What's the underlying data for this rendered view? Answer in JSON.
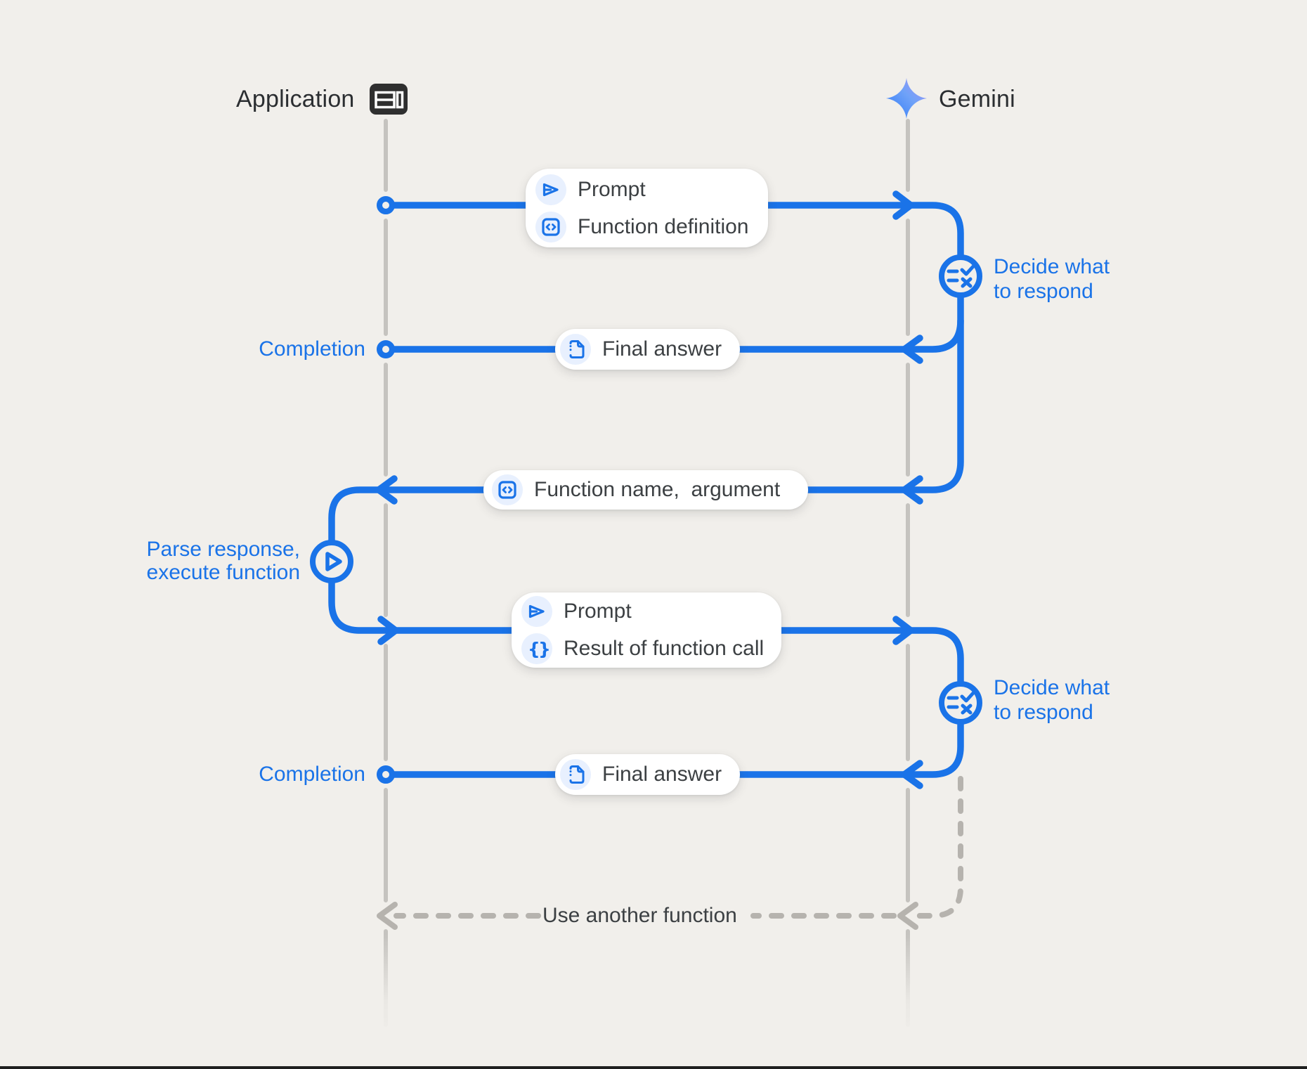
{
  "header": {
    "application": {
      "label": "Application",
      "icon": "app-window-icon"
    },
    "gemini": {
      "label": "Gemini",
      "icon": "gemini-star-icon"
    }
  },
  "pills": {
    "prompt_function_definition": {
      "rows": [
        {
          "icon": "send-icon",
          "label": "Prompt"
        },
        {
          "icon": "code-box-icon",
          "label": "Function definition"
        }
      ]
    },
    "final_answer_1": {
      "rows": [
        {
          "icon": "document-icon",
          "label": "Final answer"
        }
      ]
    },
    "function_name_argument": {
      "rows": [
        {
          "icon": "code-box-icon",
          "label": "Function name,  argument"
        }
      ]
    },
    "prompt_result_of_function_call": {
      "rows": [
        {
          "icon": "send-icon",
          "label": "Prompt"
        },
        {
          "icon": "braces-icon",
          "label": "Result of function call"
        }
      ]
    },
    "final_answer_2": {
      "rows": [
        {
          "icon": "document-icon",
          "label": "Final answer"
        }
      ]
    }
  },
  "annotations": {
    "completion_1": "Completion",
    "completion_2": "Completion",
    "decide_1": "Decide what\nto respond",
    "decide_2": "Decide what\nto respond",
    "parse_execute": "Parse response,\nexecute function",
    "use_another_function": "Use another function"
  },
  "colors": {
    "accent": "#1a73e8",
    "chip_bg": "#e8f0fe",
    "background": "#f1efeb",
    "lifeline_gray": "#c5c3bf",
    "dashed_gray": "#b6b3ae",
    "text_dark": "#3c4043",
    "gemini_gradient_start": "#2d79f7",
    "gemini_gradient_end": "#a891f5"
  }
}
